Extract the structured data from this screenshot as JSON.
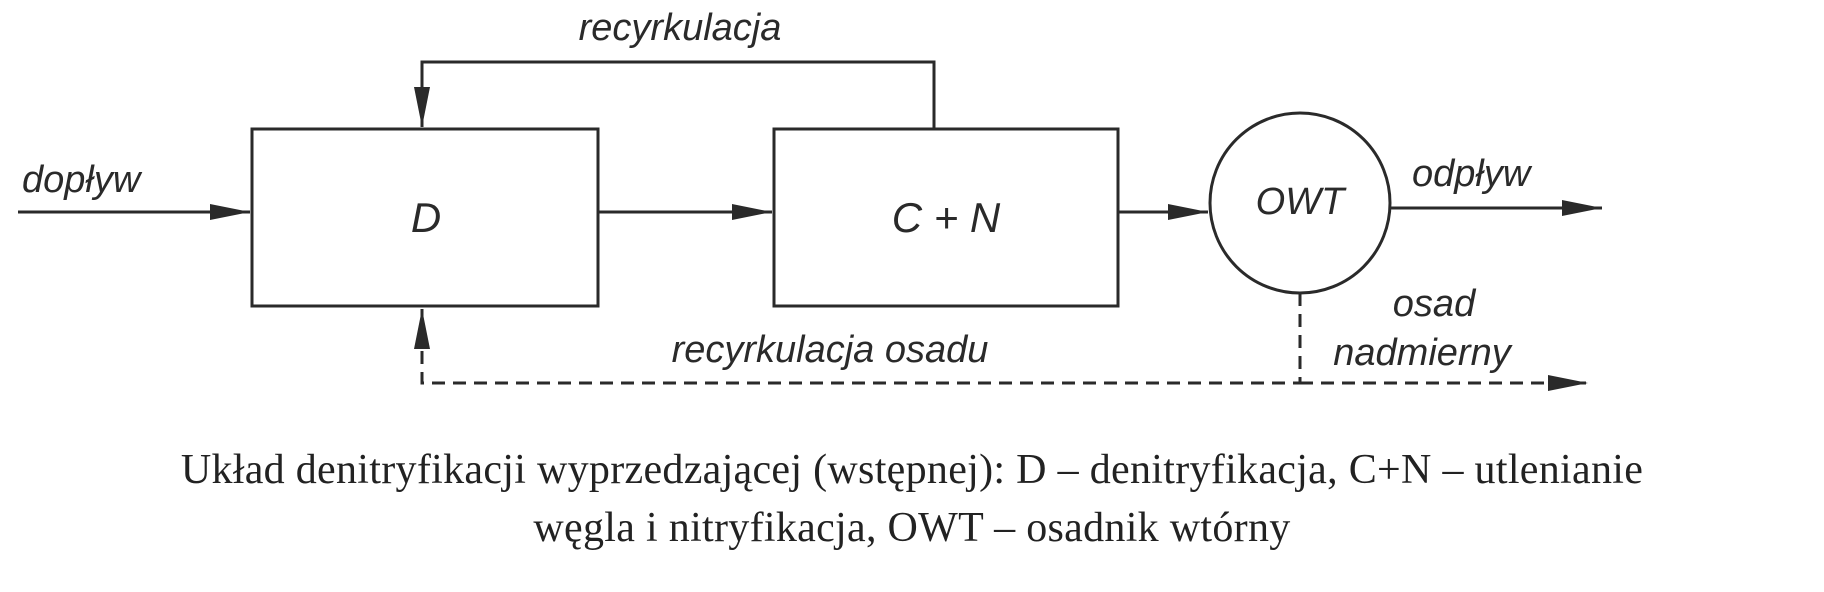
{
  "diagram": {
    "nodes": {
      "d": "D",
      "cn": "C + N",
      "owt": "OWT"
    },
    "labels": {
      "inflow": "dopływ",
      "outflow": "odpływ",
      "recirculation": "recyrkulacja",
      "sludge_recirculation": "recyrkulacja osadu",
      "excess_sludge_line1": "osad",
      "excess_sludge_line2": "nadmierny"
    }
  },
  "caption": {
    "line1": "Układ denitryfikacji wyprzedzającej (wstępnej): D – denitryfikacja, C+N – utlenianie",
    "line2": "węgla i nitryfikacja, OWT – osadnik wtórny"
  }
}
